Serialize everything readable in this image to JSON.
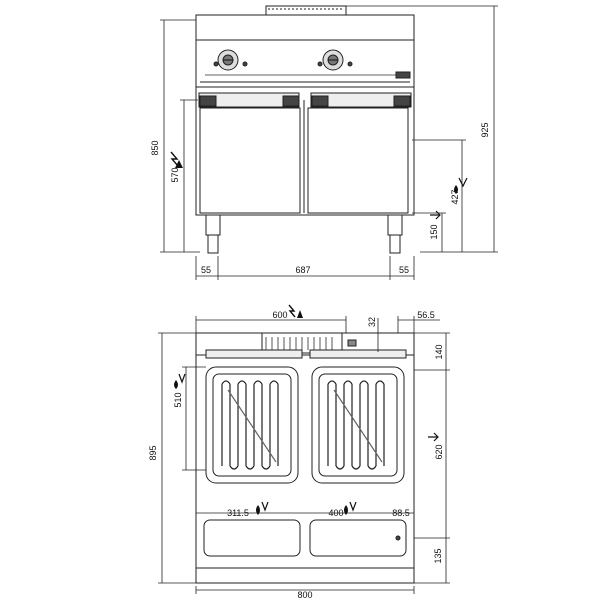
{
  "front_view": {
    "dims": {
      "total_height": "850",
      "top_height": "925",
      "door_height": "570",
      "connection_height": "427",
      "leg_height": "150",
      "left_margin": "55",
      "door_width": "687",
      "right_margin": "55"
    }
  },
  "top_view": {
    "dims": {
      "top_width": "600",
      "flue_depth": "32",
      "right_offset": "56.5",
      "back_depth": "140",
      "basket_depth": "510",
      "total_depth": "895",
      "right_depth": "620",
      "left_drain": "311.5",
      "right_drain": "400",
      "drain_offset": "88.5",
      "front_depth": "135",
      "total_width": "800"
    }
  }
}
